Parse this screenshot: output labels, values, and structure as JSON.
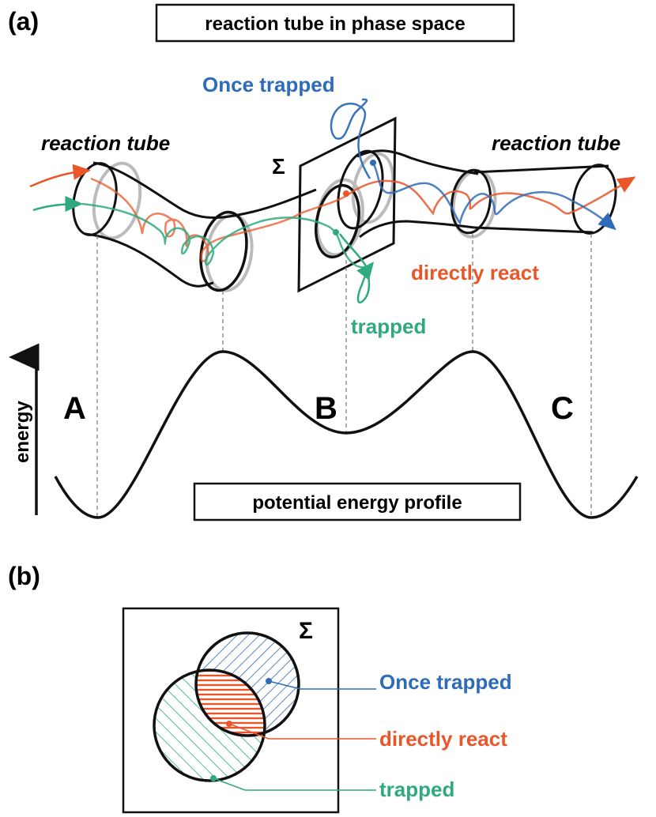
{
  "panel_a": {
    "label": "(a)",
    "title": "reaction tube in phase space",
    "tube_label_left": "reaction tube",
    "tube_label_right": "reaction tube",
    "sigma": "Σ",
    "once_trapped": "Once trapped",
    "directly_react": "directly react",
    "trapped": "trapped",
    "energy_axis": "energy",
    "well_a": "A",
    "well_b": "B",
    "well_c": "C",
    "profile_title": "potential energy profile"
  },
  "panel_b": {
    "label": "(b)",
    "sigma": "Σ",
    "once_trapped": "Once trapped",
    "directly_react": "directly react",
    "trapped": "trapped"
  },
  "colors": {
    "orange": "#e8562a",
    "green": "#2eaa7e",
    "blue": "#2e6bb8",
    "gray": "#bbbbbb",
    "black": "#111111"
  }
}
